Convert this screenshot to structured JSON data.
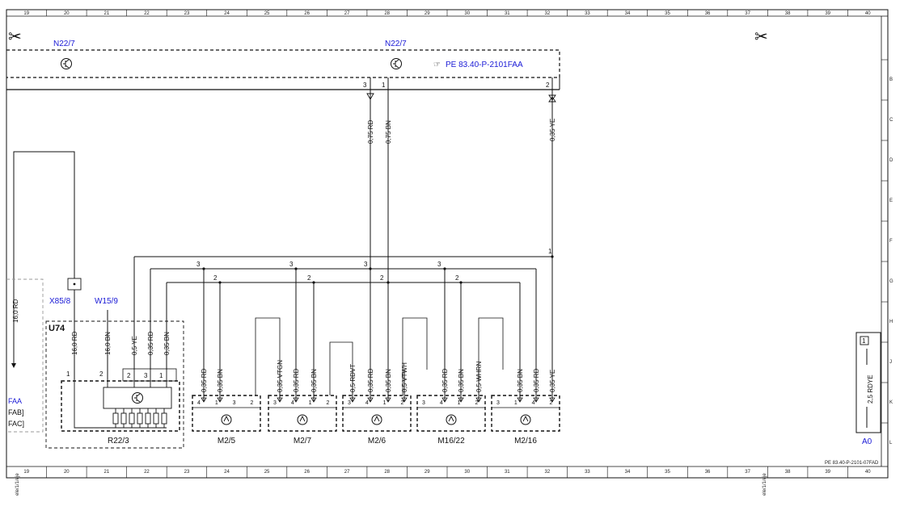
{
  "grid": {
    "columns": [
      "19",
      "20",
      "21",
      "22",
      "23",
      "24",
      "25",
      "26",
      "27",
      "28",
      "29",
      "30",
      "31",
      "32",
      "33",
      "34",
      "35",
      "36",
      "37",
      "38",
      "39",
      "40"
    ],
    "rows": [
      "B",
      "C",
      "D",
      "E",
      "F",
      "G",
      "H",
      "J",
      "K",
      "L"
    ]
  },
  "reference_link": "PE 83.40-P-2101FAA",
  "components": {
    "n22_left": "N22/7",
    "n22_right": "N22/7",
    "x85": "X85/8",
    "w15": "W15/9",
    "u74": "U74",
    "r22": "R22/3",
    "a0": "A0",
    "m2_5": "M2/5",
    "m2_7": "M2/7",
    "m2_6": "M2/6",
    "m16_22": "M16/22",
    "m2_16": "M2/16"
  },
  "wires": {
    "rd075": "0,75 RD",
    "bn075": "0,75 BN",
    "ye035_top": "0,35 YE",
    "rd160_left": "16,0 RD",
    "rd160": "16,0 RD",
    "bn160": "16,0 BN",
    "ye05": "0,5 YE",
    "rd035_u74": "0,35 RD",
    "bn035_u74": "0,35 BN",
    "m25_rd": "0,35 RD",
    "m25_bn": "0,35 BN",
    "m27_vtgn": "0,35 VTGN",
    "m27_rd": "0,35 RD",
    "m27_bn": "0,35 BN",
    "m26_rdvt": "0,5 RDVT",
    "m26_rd": "0,35 RD",
    "m26_bn": "0,35 BN",
    "m26_vtwh": "0,5 VTWH",
    "m1622_rd": "0,35 RD",
    "m1622_bn": "0,35 BN",
    "m1622_whrn": "0,5 WHRN",
    "m216_bn": "0,35 BN",
    "m216_rd": "0,35 RD",
    "m216_ye": "0,35 YE",
    "a0_wire": "2,5 RDYE"
  },
  "side_labels": {
    "faa": "FAA",
    "fab": "FAB]",
    "fac": "FAC]"
  },
  "footer": {
    "doc_ref": "PE 83.40-P-2101-07FAD",
    "sheet_left": "ele/1/1/eje",
    "sheet_right": "ele/1/1/eje",
    "plug_marker": "1"
  }
}
